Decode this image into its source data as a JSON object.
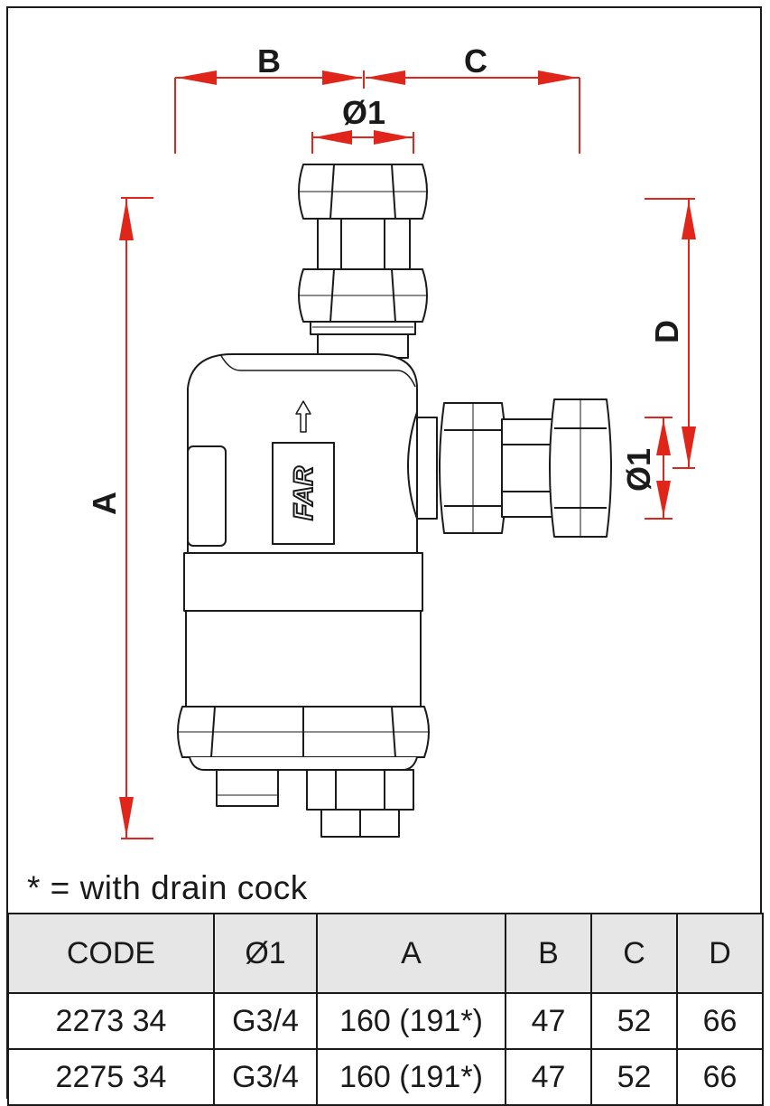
{
  "dimensions": {
    "a": "A",
    "b": "B",
    "c": "C",
    "d": "D",
    "diameter_top": "Ø1",
    "diameter_side": "Ø1"
  },
  "product_label": "FAR",
  "note": "* = with drain cock",
  "colors": {
    "dimension_lines": "#e0251b",
    "outline": "#1a1a1a",
    "header_fill": "#e6e6e6"
  },
  "table": {
    "headers": [
      "CODE",
      "Ø1",
      "A",
      "B",
      "C",
      "D"
    ],
    "rows": [
      [
        "2273 34",
        "G3/4",
        "160 (191*)",
        "47",
        "52",
        "66"
      ],
      [
        "2275 34",
        "G3/4",
        "160 (191*)",
        "47",
        "52",
        "66"
      ]
    ]
  }
}
